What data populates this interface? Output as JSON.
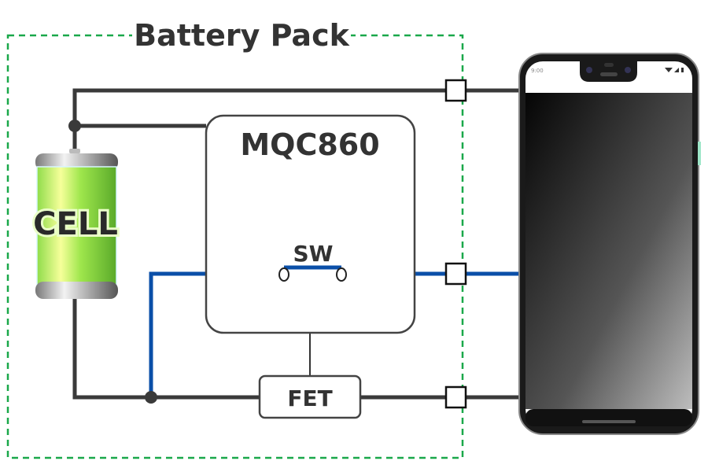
{
  "title": "Battery Pack",
  "cell_label": "CELL",
  "ic_label": "MQC860",
  "switch_label": "SW",
  "fet_label": "FET",
  "phone": {
    "status_time": "9:00"
  },
  "colors": {
    "pack_border": "#1aa84a",
    "wire": "#3a3a3a",
    "signal_wire": "#0a4fa8",
    "cell_green": "#8ee04a"
  }
}
